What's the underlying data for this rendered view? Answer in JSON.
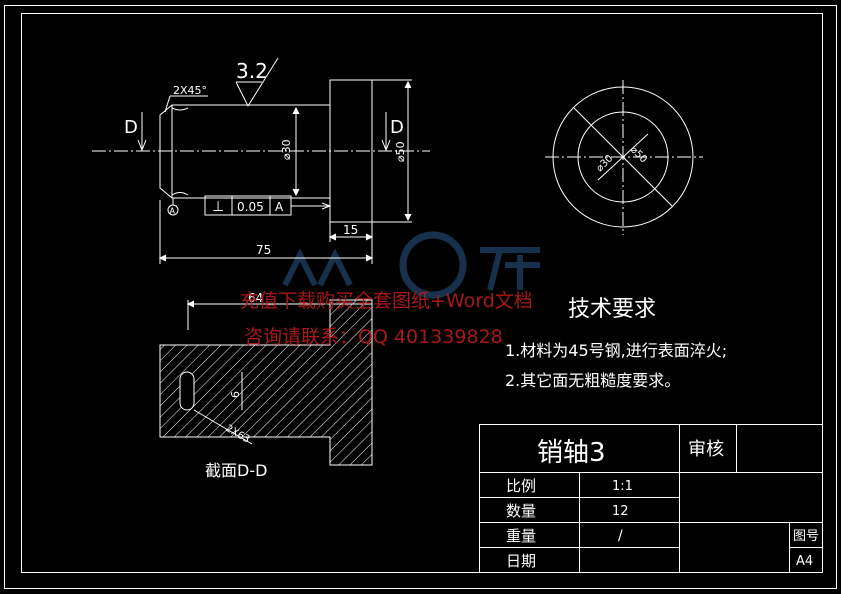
{
  "drawing": {
    "dims": {
      "surface_finish": "3.2",
      "chamfer": "2X45°",
      "dia30": "⌀30",
      "dia50": "⌀50",
      "len75": "75",
      "len15": "15",
      "len64": "64",
      "groove_depth": "6",
      "groove_angle": "2X63",
      "end_dia30": "⌀30",
      "end_dia50": "⌀50"
    },
    "section_letter_left": "D",
    "section_letter_right": "D",
    "tolerance": {
      "symbol": "⊥",
      "value": "0.05",
      "datum": "A"
    },
    "datum_label": "A",
    "section_caption": "截面D-D"
  },
  "tech_req": {
    "title": "技术要求",
    "line1": "1.材料为45号钢,进行表面淬火;",
    "line2": "2.其它面无粗糙度要求。"
  },
  "title_block": {
    "part_name": "销轴3",
    "review_label": "审核",
    "scale_label": "比例",
    "scale_value": "1:1",
    "qty_label": "数量",
    "qty_value": "12",
    "weight_label": "重量",
    "weight_value": "/",
    "date_label": "日期",
    "drawing_no_label": "图号",
    "drawing_no_value": "A4"
  },
  "watermark": {
    "line1": "充值下载购买全套图纸+Word文档",
    "line2": "咨询请联系：QQ 401339828"
  },
  "colors": {
    "line": "#ffffff",
    "watermark": "#b81a1a",
    "logo": "#2a5a8a"
  }
}
